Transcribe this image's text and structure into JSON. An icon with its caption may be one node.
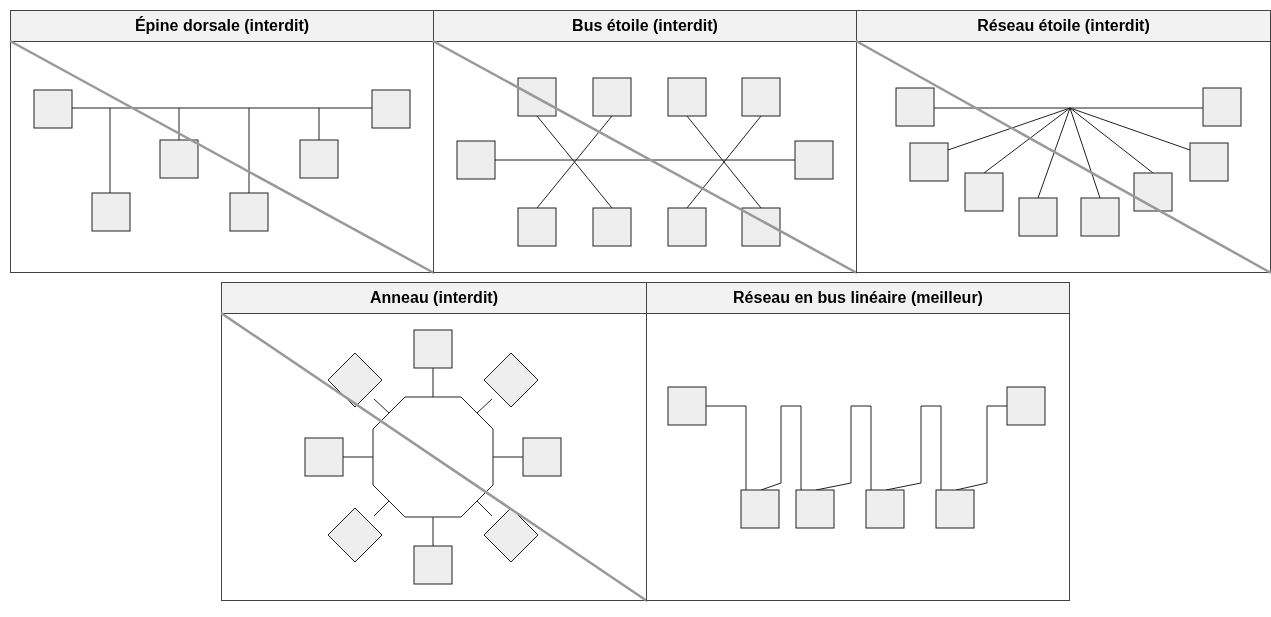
{
  "diagram": {
    "nodes": [
      {
        "text": [
          "Épine dorsale (interdit)"
        ]
      },
      {
        "text": [
          "Bus étoile (interdit)"
        ]
      },
      {
        "text": [
          "Réseau étoile (interdit)"
        ]
      },
      {
        "text": [
          "Anneau (interdit)"
        ]
      },
      {
        "text": [
          "Réseau en bus linéaire (meilleur)"
        ]
      }
    ]
  }
}
